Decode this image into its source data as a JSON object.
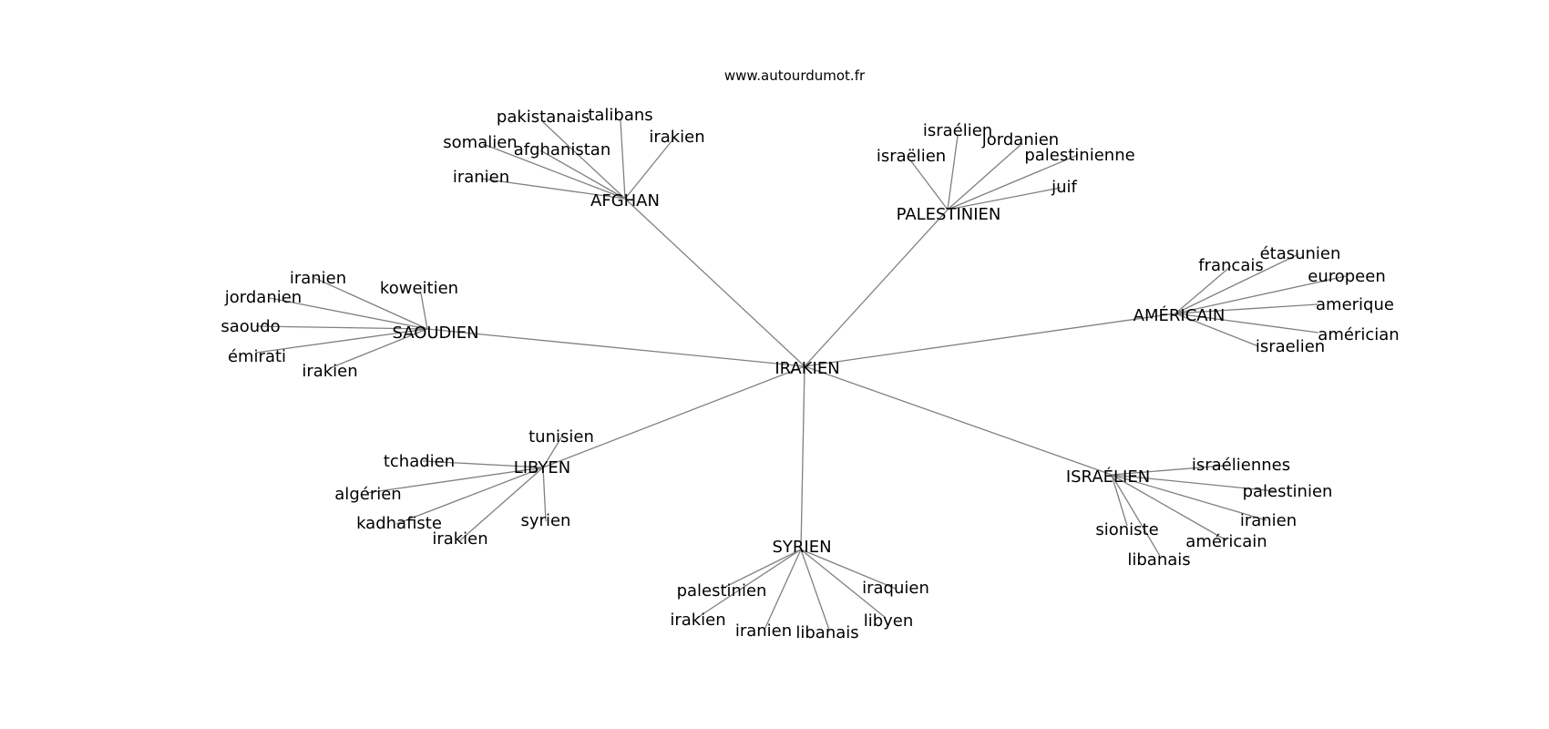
{
  "watermark": "www.autourdumot.fr",
  "colors": {
    "edge": "#808080",
    "text": "#000000",
    "background": "#ffffff"
  },
  "graph": {
    "center": "IRAKIEN",
    "clusters": [
      {
        "label": "AFGHAN",
        "neighbors": [
          "pakistanais",
          "talibans",
          "irakien",
          "somalien",
          "afghanistan",
          "iranien"
        ]
      },
      {
        "label": "PALESTINIEN",
        "neighbors": [
          "israélien",
          "jordanien",
          "israëlien",
          "palestinienne",
          "juif"
        ]
      },
      {
        "label": "SAOUDIEN",
        "neighbors": [
          "iranien",
          "koweitien",
          "jordanien",
          "saoudo",
          "émirati",
          "irakien"
        ]
      },
      {
        "label": "AMÉRICAIN",
        "neighbors": [
          "étasunien",
          "francais",
          "europeen",
          "amerique",
          "américian",
          "israelien"
        ]
      },
      {
        "label": "LIBYEN",
        "neighbors": [
          "tunisien",
          "tchadien",
          "algérien",
          "kadhafiste",
          "syrien",
          "irakien"
        ]
      },
      {
        "label": "ISRAÉLIEN",
        "neighbors": [
          "israéliennes",
          "palestinien",
          "iranien",
          "sioniste",
          "américain",
          "libanais"
        ]
      },
      {
        "label": "SYRIEN",
        "neighbors": [
          "palestinien",
          "iraquien",
          "irakien",
          "libyen",
          "iranien",
          "libanais"
        ]
      }
    ]
  }
}
